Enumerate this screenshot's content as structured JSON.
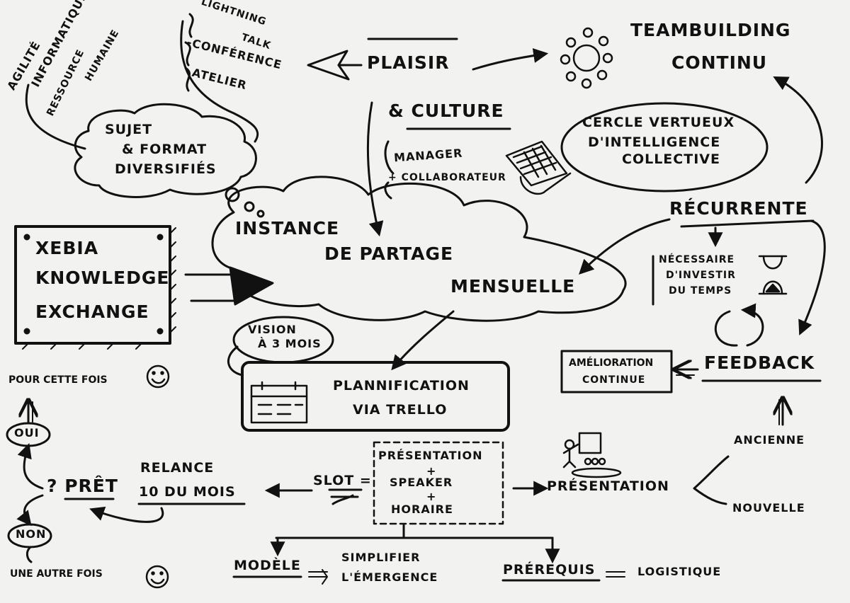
{
  "topics": {
    "agilite": "Agilité",
    "informatique": "Informatique",
    "ressource": "Ressource",
    "humaine": "Humaine"
  },
  "formats": {
    "lightning": "Lightning",
    "talk": "Talk",
    "conference": "-Conférence",
    "atelier": "Atelier"
  },
  "sujet_bubble": {
    "line1": "Sujet",
    "line2": "& Format",
    "line3": "Diversifiés"
  },
  "plaisir": "Plaisir",
  "teambuilding": {
    "line1": "Teambuilding",
    "line2": "Continu"
  },
  "culture": "& Culture",
  "manager": "Manager",
  "collaborateur": "+ Collaborateur",
  "cercle": {
    "line1": "Cercle vertueux",
    "line2": "d'intelligence",
    "line3": "collective"
  },
  "instance": {
    "line1": "Instance",
    "line2": "de Partage",
    "line3": "Mensuelle"
  },
  "xke": {
    "line1": "Xebia",
    "line2": "Knowledge",
    "line3": "Exchange"
  },
  "vision": {
    "line1": "Vision",
    "line2": "à 3 mois"
  },
  "recurrente": "Récurrente",
  "necessaire": {
    "line1": "Nécessaire",
    "line2": "d'investir",
    "line3": "du temps"
  },
  "feedback": "Feedback",
  "amelioration": {
    "line1": "Amélioration",
    "line2": "continue"
  },
  "planification": {
    "line1": "Plannification",
    "line2": "via Trello"
  },
  "pour_cette_fois": "Pour cette fois",
  "oui": "Oui",
  "non": "Non",
  "une_autre_fois": "Une autre fois",
  "pret": "? Prêt",
  "relance": {
    "line1": "Relance",
    "line2": "10 du mois"
  },
  "slot": "Slot =",
  "slot_box": {
    "line1": "Présentation",
    "plus1": "+",
    "line2": "Speaker",
    "plus2": "+",
    "line3": "Horaire"
  },
  "presentation": "Présentation",
  "ancienne": "Ancienne",
  "nouvelle": "Nouvelle",
  "modele": "Modèle",
  "simplifier": {
    "line1": "Simplifier",
    "line2": "l'émergence"
  },
  "prerequis": "Prérequis",
  "logistique": "Logistique",
  "arrow_double": "=>"
}
